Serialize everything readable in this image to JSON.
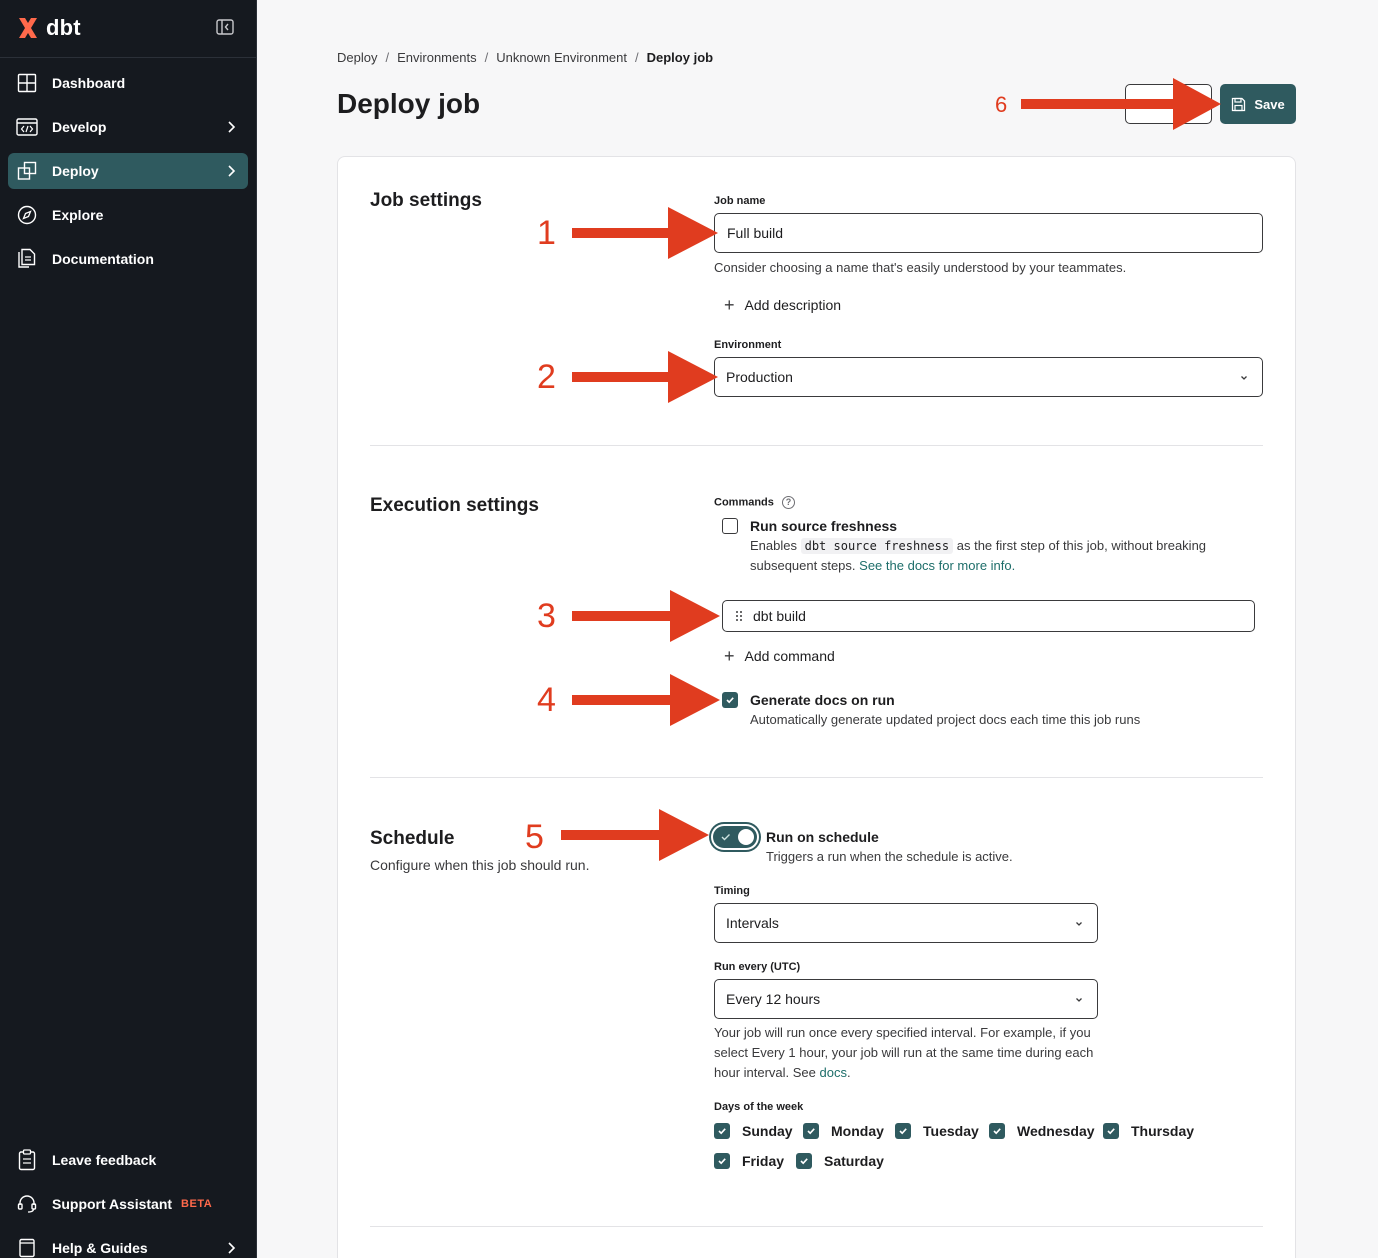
{
  "app": {
    "logo_text": "dbt"
  },
  "sidebar": {
    "items": [
      {
        "label": "Dashboard"
      },
      {
        "label": "Develop"
      },
      {
        "label": "Deploy"
      },
      {
        "label": "Explore"
      },
      {
        "label": "Documentation"
      }
    ],
    "bottom": [
      {
        "label": "Leave feedback"
      },
      {
        "label": "Support Assistant",
        "badge": "BETA"
      },
      {
        "label": "Help & Guides"
      }
    ]
  },
  "breadcrumb": [
    "Deploy",
    "Environments",
    "Unknown Environment",
    "Deploy job"
  ],
  "breadcrumb_sep": "/",
  "page_title": "Deploy job",
  "header": {
    "cancel_label": "Cancel",
    "save_label": "Save"
  },
  "job_settings": {
    "title": "Job settings",
    "job_name_label": "Job name",
    "job_name_value": "Full build",
    "job_name_helper": "Consider choosing a name that's easily understood by your teammates.",
    "add_description": "Add description",
    "environment_label": "Environment",
    "environment_value": "Production"
  },
  "execution_settings": {
    "title": "Execution settings",
    "commands_label": "Commands",
    "help_glyph": "?",
    "source_freshness_title": "Run source freshness",
    "source_freshness_desc_pre": "Enables",
    "source_freshness_code": "dbt source freshness",
    "source_freshness_desc_post": "as the first step of this job, without breaking",
    "source_freshness_desc_line2": "subsequent steps.",
    "source_freshness_link": "See the docs for more info.",
    "command_value": "dbt build",
    "add_command": "Add command",
    "generate_docs_title": "Generate docs on run",
    "generate_docs_desc": "Automatically generate updated project docs each time this job runs",
    "generate_docs_checked": true,
    "source_freshness_checked": false
  },
  "schedule": {
    "title": "Schedule",
    "subtitle": "Configure when this job should run.",
    "run_on_schedule_title": "Run on schedule",
    "run_on_schedule_desc": "Triggers a run when the schedule is active.",
    "run_on_schedule_on": true,
    "timing_label": "Timing",
    "timing_value": "Intervals",
    "run_every_label": "Run every (UTC)",
    "run_every_value": "Every 12 hours",
    "helper_line1": "Your job will run once every specified interval. For example, if you",
    "helper_line2": "select Every 1 hour, your job will run at the same time during each",
    "helper_line3": "hour interval. See",
    "helper_link": "docs",
    "helper_end": ".",
    "days_label": "Days of the week",
    "days": [
      "Sunday",
      "Monday",
      "Tuesday",
      "Wednesday",
      "Thursday",
      "Friday",
      "Saturday"
    ]
  },
  "annotations": [
    "1",
    "2",
    "3",
    "4",
    "5",
    "6"
  ],
  "colors": {
    "accent": "#2f5a5f",
    "sidebar_bg": "#15191f",
    "annotation": "#e03c1f",
    "brand": "#ff694b"
  },
  "icons": [
    "dbt-logo-icon",
    "collapse-sidebar-icon",
    "dashboard-icon",
    "develop-icon",
    "deploy-icon",
    "explore-icon",
    "documentation-icon",
    "feedback-icon",
    "support-icon",
    "help-icon",
    "save-icon",
    "chevron-down-icon",
    "drag-handle-icon",
    "check-icon",
    "plus-icon"
  ]
}
